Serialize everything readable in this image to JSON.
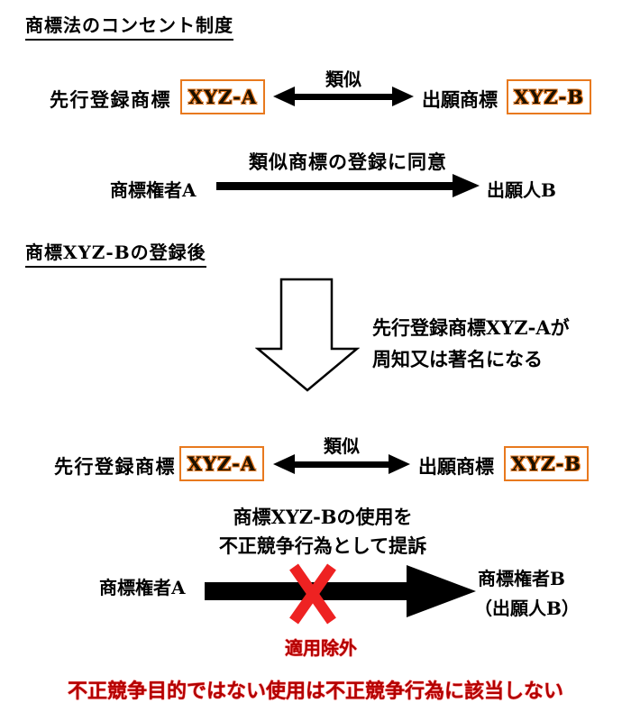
{
  "page": {
    "title": "商標法のコンセント制度"
  },
  "consent_section": {
    "similarity_row": {
      "left_label": "先行登録商標",
      "left_mark": "XYZ-A",
      "relation_label": "類似",
      "right_label": "出願商標",
      "right_mark": "XYZ-B"
    },
    "consent_row": {
      "from_label": "商標権者A",
      "arrow_caption": "類似商標の登録に同意",
      "to_label": "出願人B"
    }
  },
  "after_registration_section": {
    "heading": "商標XYZ-Bの登録後",
    "transition_note_line1": "先行登録商標XYZ-Aが",
    "transition_note_line2": "周知又は著名になる",
    "similarity_row": {
      "left_label": "先行登録商標",
      "left_mark": "XYZ-A",
      "relation_label": "類似",
      "right_label": "出願商標",
      "right_mark": "XYZ-B"
    },
    "lawsuit_caption_line1": "商標XYZ-Bの使用を",
    "lawsuit_caption_line2": "不正競争行為として提訴",
    "lawsuit_row": {
      "from_label": "商標権者A",
      "to_label_line1": "商標権者B",
      "to_label_line2": "（出願人B）"
    },
    "exclusion_label": "適用除外",
    "footer_note": "不正競争目的ではない使用は不正競争行為に該当しない"
  },
  "colors": {
    "mark_box_border": "#e8791e",
    "mark_text_fill": "#1a1000",
    "mark_text_outline": "#e8791e",
    "cross_red": "#ee2222",
    "note_red": "#b30000",
    "arrow_black": "#000000"
  }
}
